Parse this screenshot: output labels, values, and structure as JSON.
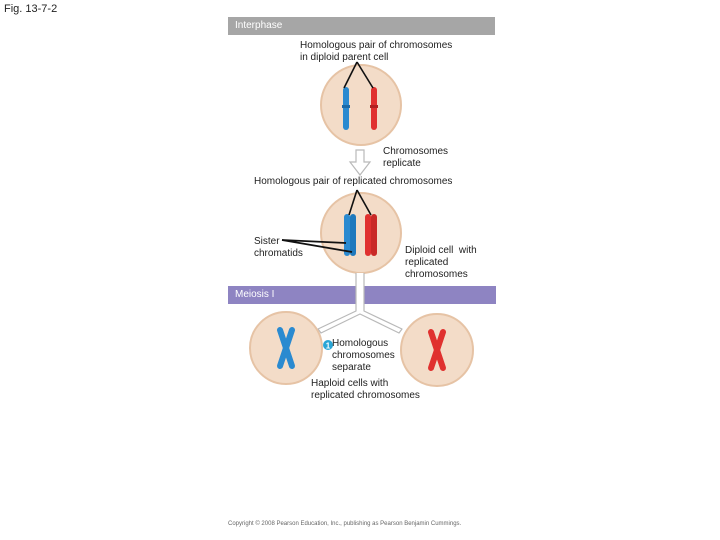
{
  "figure_label": "Fig. 13-7-2",
  "stages": {
    "interphase": "Interphase",
    "meiosis_one": "Meiosis I"
  },
  "labels": {
    "homologous_pair": "Homologous pair of chromosomes\nin diploid parent cell",
    "chromosomes_replicate": "Chromosomes\nreplicate",
    "replicated_pair": "Homologous pair of replicated chromosomes",
    "sister_chromatids": "Sister\nchromatids",
    "diploid_cell": "Diploid cell  with\nreplicated\nchromosomes",
    "step_number": "1",
    "homologs_separate": "Homologous\nchromosomes\nseparate",
    "haploid_cells": "Haploid cells with\nreplicated chromosomes"
  },
  "copyright": "Copyright © 2008 Pearson Education, Inc., publishing as Pearson Benjamin Cummings.",
  "colors": {
    "interphase_band": "#a6a6a6",
    "meiosis_band": "#8e84c2",
    "cell_fill": "#f3dcc8",
    "cell_edge": "#e6c3a5",
    "blue_chromosome": "#2a8ad0",
    "red_chromosome": "#e0312f",
    "arrow": "#b9b9b9",
    "step_badge": "#2aa6d6"
  }
}
